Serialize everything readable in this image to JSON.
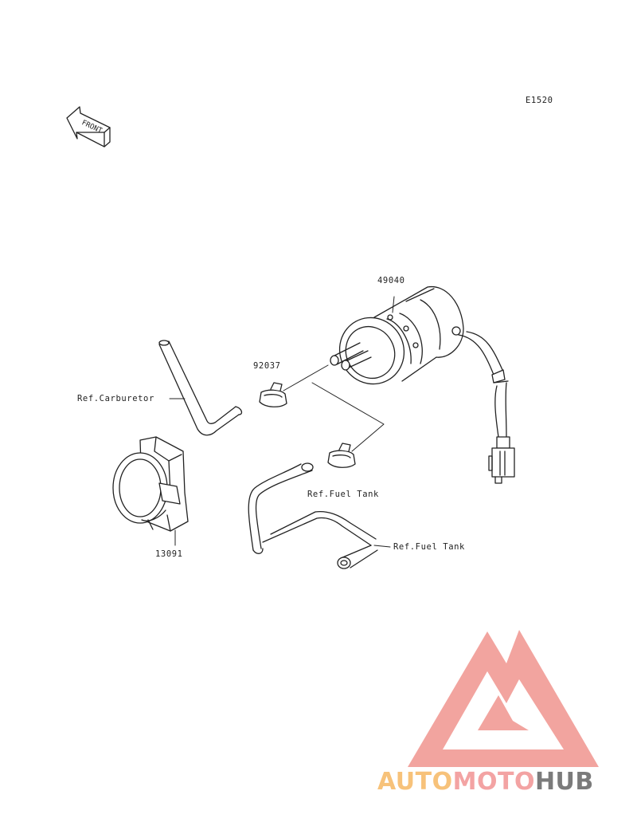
{
  "diagram": {
    "ref_code": "E1520",
    "front_arrow_text": "FRONT",
    "parts": [
      {
        "number": "49040"
      },
      {
        "number": "92037"
      },
      {
        "number": "13091"
      }
    ],
    "references": [
      {
        "text": "Ref.Carburetor"
      },
      {
        "text": "Ref.Fuel Tank"
      },
      {
        "text": "Ref.Fuel Tank"
      }
    ]
  },
  "watermark": {
    "brand_parts": [
      "AUTO",
      "MOTO",
      "HUB"
    ],
    "colors": {
      "auto": "#f7c27a",
      "moto": "#f3a3a3",
      "hub": "#7b7b7b",
      "logo": "#f2a09a"
    }
  }
}
